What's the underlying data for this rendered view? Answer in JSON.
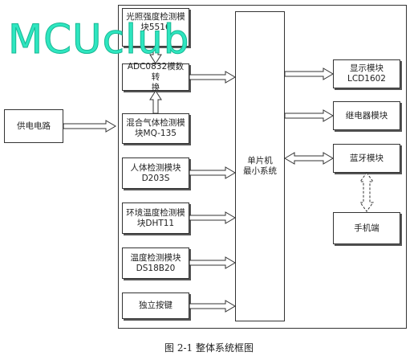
{
  "watermark": "MCUclub",
  "caption": "图 2-1 整体系统框图",
  "blocks": {
    "power": "供电电路",
    "light_sensor": "光照强度检测模\n块5516",
    "adc": "ADC0832模数转\n换",
    "gas_sensor": "混合气体检测模\n块MQ-135",
    "human_sensor": "人体检测模块\nD203S",
    "env_sensor": "环境温度检测模\n块DHT11",
    "temp_sensor": "温度检测模块\nDS18B20",
    "button": "独立按键",
    "mcu": "单片机\n最小系统",
    "lcd": "显示模块LCD1602",
    "relay": "继电器模块",
    "bluetooth": "蓝牙模块",
    "phone": "手机端"
  },
  "colors": {
    "watermark": "#2ee6c0",
    "line": "#333333"
  }
}
